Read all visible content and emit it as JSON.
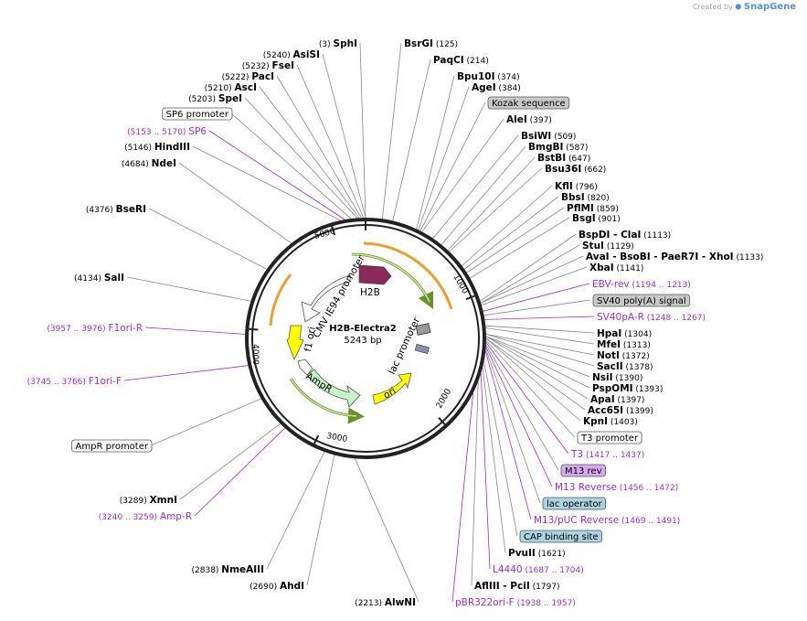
{
  "credit": {
    "prefix": "Created by",
    "brand": "SnapGene"
  },
  "center": {
    "name": "H2B-Electra2",
    "size": "5243 bp"
  },
  "ring_ticks": [
    "1000",
    "2000",
    "3000",
    "4000",
    "5000"
  ],
  "features": [
    {
      "name": "H2B",
      "color": "#8b2a5a"
    },
    {
      "name": "lac promoter",
      "color": "#ffffff"
    },
    {
      "name": "ori",
      "color": "#ffff00"
    },
    {
      "name": "AmpR",
      "color": "#c8f5c8"
    },
    {
      "name": "AmpR promoter",
      "color": "#ffffff"
    },
    {
      "name": "f1 ori",
      "color": "#ffff00"
    },
    {
      "name": "CMV IE94 promoter",
      "color": "#ffffff"
    }
  ],
  "labels": [
    {
      "kind": "enz",
      "pre": "(3)",
      "name": "SphI"
    },
    {
      "kind": "enz",
      "pre": "(5240)",
      "name": "AsiSI"
    },
    {
      "kind": "enz",
      "pre": "(5232)",
      "name": "FseI"
    },
    {
      "kind": "enz",
      "pre": "(5222)",
      "name": "PacI"
    },
    {
      "kind": "enz",
      "pre": "(5210)",
      "name": "AscI"
    },
    {
      "kind": "enz",
      "pre": "(5203)",
      "name": "SpeI"
    },
    {
      "kind": "box",
      "name": "SP6 promoter"
    },
    {
      "kind": "primer",
      "pre": "(5153 .. 5170)",
      "name": "SP6"
    },
    {
      "kind": "enz",
      "pre": "(5146)",
      "name": "HindIII"
    },
    {
      "kind": "enz",
      "pre": "(4684)",
      "name": "NdeI"
    },
    {
      "kind": "enz",
      "pre": "(4376)",
      "name": "BseRI"
    },
    {
      "kind": "enz",
      "pre": "(4134)",
      "name": "SalI"
    },
    {
      "kind": "primer",
      "pre": "(3957 .. 3976)",
      "name": "F1ori-R"
    },
    {
      "kind": "primer",
      "pre": "(3745 .. 3766)",
      "name": "F1ori-F"
    },
    {
      "kind": "box",
      "name": "AmpR promoter"
    },
    {
      "kind": "enz",
      "pre": "(3289)",
      "name": "XmnI"
    },
    {
      "kind": "primer",
      "pre": "(3240 .. 3259)",
      "name": "Amp-R"
    },
    {
      "kind": "enz",
      "pre": "(2838)",
      "name": "NmeAIII"
    },
    {
      "kind": "enz",
      "pre": "(2690)",
      "name": "AhdI"
    },
    {
      "kind": "enz",
      "pre": "(2213)",
      "name": "AlwNI"
    },
    {
      "kind": "enz",
      "name": "BsrGI",
      "post": "(125)"
    },
    {
      "kind": "enz",
      "name": "PaqCI",
      "post": "(214)"
    },
    {
      "kind": "enz",
      "name": "Bpu10I",
      "post": "(374)"
    },
    {
      "kind": "enz",
      "name": "AgeI",
      "post": "(384)"
    },
    {
      "kind": "boxgray",
      "name": "Kozak sequence"
    },
    {
      "kind": "enz",
      "name": "AleI",
      "post": "(397)"
    },
    {
      "kind": "enz",
      "name": "BsiWI",
      "post": "(509)"
    },
    {
      "kind": "enz",
      "name": "BmgBI",
      "post": "(587)"
    },
    {
      "kind": "enz",
      "name": "BstBI",
      "post": "(647)"
    },
    {
      "kind": "enz",
      "name": "Bsu36I",
      "post": "(662)"
    },
    {
      "kind": "enz",
      "name": "KflI",
      "post": "(796)"
    },
    {
      "kind": "enz",
      "name": "BbsI",
      "post": "(820)"
    },
    {
      "kind": "enz",
      "name": "PflMI",
      "post": "(859)"
    },
    {
      "kind": "enz",
      "name": "BsgI",
      "post": "(901)"
    },
    {
      "kind": "enz",
      "name": "BspDI",
      "mid": " - ClaI",
      "post": "(1113)"
    },
    {
      "kind": "enz",
      "name": "StuI",
      "post": "(1129)"
    },
    {
      "kind": "enz",
      "name": "AvaI",
      "mid": " - BsoBI   - PaeR7I   - XhoI",
      "post": "(1133)"
    },
    {
      "kind": "enz",
      "name": "XbaI",
      "post": "(1141)"
    },
    {
      "kind": "primer",
      "name": "EBV-rev",
      "post": "(1194 .. 1213)"
    },
    {
      "kind": "boxgray",
      "name": "SV40 poly(A) signal"
    },
    {
      "kind": "primer",
      "name": "SV40pA-R",
      "post": "(1248 .. 1267)"
    },
    {
      "kind": "enz",
      "name": "HpaI",
      "post": "(1304)"
    },
    {
      "kind": "enz",
      "name": "MfeI",
      "post": "(1313)"
    },
    {
      "kind": "enz",
      "name": "NotI",
      "post": "(1372)"
    },
    {
      "kind": "enz",
      "name": "SacII",
      "post": "(1378)"
    },
    {
      "kind": "enz",
      "name": "NsiI",
      "post": "(1390)"
    },
    {
      "kind": "enz",
      "name": "PspOMI",
      "post": "(1393)"
    },
    {
      "kind": "enz",
      "name": "ApaI",
      "post": "(1397)"
    },
    {
      "kind": "enz",
      "name": "Acc65I",
      "post": "(1399)"
    },
    {
      "kind": "enz",
      "name": "KpnI",
      "post": "(1403)"
    },
    {
      "kind": "box",
      "name": "T3 promoter"
    },
    {
      "kind": "primer",
      "name": "T3",
      "post": "(1417 .. 1437)"
    },
    {
      "kind": "boxpurple",
      "name": "M13 rev"
    },
    {
      "kind": "primer",
      "name": "M13 Reverse",
      "post": "(1456 .. 1472)"
    },
    {
      "kind": "boxblue",
      "name": "lac operator"
    },
    {
      "kind": "primer",
      "name": "M13/pUC Reverse",
      "post": "(1469 .. 1491)"
    },
    {
      "kind": "boxblue",
      "name": "CAP binding site"
    },
    {
      "kind": "enz",
      "name": "PvuII",
      "post": "(1621)"
    },
    {
      "kind": "primer",
      "name": "L4440",
      "post": "(1687 .. 1704)"
    },
    {
      "kind": "enz",
      "name": "AflIII",
      "mid": " - PciI",
      "post": "(1797)"
    },
    {
      "kind": "primer",
      "name": "pBR322ori-F",
      "post": "(1938 .. 1957)"
    }
  ]
}
